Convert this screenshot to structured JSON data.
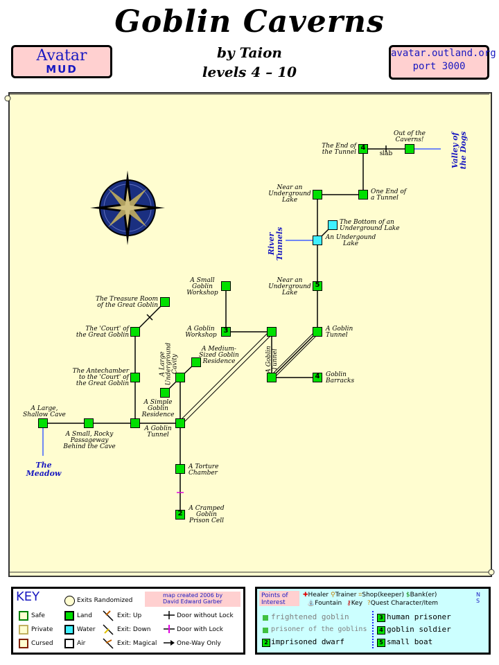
{
  "title": "Goblin Caverns",
  "author": "by Taion",
  "levels": "levels 4 – 10",
  "mud_badge": {
    "line1": "Avatar",
    "line2": "MUD"
  },
  "address_badge": {
    "host": "avatar.outland.org",
    "port": "port 3000"
  },
  "rooms": [
    {
      "id": "out-of-caverns",
      "label": "Out of the\nCaverns!"
    },
    {
      "id": "end-of-tunnel",
      "label": "The End of\nthe Tunnel",
      "num": "4"
    },
    {
      "id": "one-end-tunnel",
      "label": "One End of\na Tunnel"
    },
    {
      "id": "near-lake-1",
      "label": "Near an\nUnderground\nLake"
    },
    {
      "id": "bottom-lake",
      "label": "The Bottom of an\nUnderground Lake"
    },
    {
      "id": "underground-lake",
      "label": "An Undergound\nLake"
    },
    {
      "id": "near-lake-2",
      "label": "Near an\nUnderground\nLake",
      "num": "5"
    },
    {
      "id": "goblin-tunnel-e",
      "label": "A Goblin\nTunnel"
    },
    {
      "id": "goblin-barracks",
      "label": "Goblin\nBarracks",
      "num": "4"
    },
    {
      "id": "goblin-tunnel-v",
      "label": "A Goblin\nTunnel"
    },
    {
      "id": "goblin-workshop",
      "label": "A Goblin\nWorkshop",
      "num": "3"
    },
    {
      "id": "small-workshop",
      "label": "A Small\nGoblin\nWorkshop"
    },
    {
      "id": "treasure-room",
      "label": "The Treasure Room\nof the Great Goblin"
    },
    {
      "id": "court",
      "label": "The 'Court' of\nthe Great Goblin"
    },
    {
      "id": "antechamber",
      "label": "The Antechamber\nto the 'Court' of\nthe Great Goblin"
    },
    {
      "id": "medium-residence",
      "label": "A Medium-\nSized Goblin\nResidence"
    },
    {
      "id": "large-cavity",
      "label": "A Large\nUnderground\nCavity"
    },
    {
      "id": "simple-residence",
      "label": "A Simple\nGoblin\nResidence"
    },
    {
      "id": "goblin-tunnel-w",
      "label": "A Goblin\nTunnel"
    },
    {
      "id": "shallow-cave",
      "label": "A Large,\nShallow Cave"
    },
    {
      "id": "rocky-passage",
      "label": "A Small, Rocky\nPassageway\nBehind the Cave"
    },
    {
      "id": "torture-chamber",
      "label": "A Torture\nChamber"
    },
    {
      "id": "prison-cell",
      "label": "A Cramped\nGoblin\nPrison Cell",
      "num": "2"
    }
  ],
  "exits": [
    {
      "label": "Valley of\nthe Dogs"
    },
    {
      "label": "River\nTunnels"
    },
    {
      "label": "The\nMeadow"
    }
  ],
  "door_labels": [
    "slab"
  ],
  "key": {
    "title": "KEY",
    "exits_randomized": "Exits Randomized",
    "credit": "map created 2006 by\nDavid Edward Garber",
    "zones": [
      "Safe",
      "Private",
      "Cursed"
    ],
    "terrain": [
      "Land",
      "Water",
      "Air"
    ],
    "exit_types": [
      "Exit: Up",
      "Exit: Down",
      "Exit: Magical"
    ],
    "doors": [
      "Door without Lock",
      "Door with Lock",
      "One-Way Only"
    ]
  },
  "points_of_interest": {
    "title": "Points of\nInterest",
    "legend_row1": [
      "Healer",
      "Trainer",
      "Shop(keeper)",
      "Bank(er)"
    ],
    "legend_row2": [
      "Fountain",
      "Key",
      "Quest Character/Item"
    ],
    "entries": [
      {
        "num": "",
        "text": "frightened goblin",
        "dim": true
      },
      {
        "num": "",
        "text": "prisoner of the goblins",
        "dim": true
      },
      {
        "num": "2",
        "text": "imprisoned dwarf"
      },
      {
        "num": "3",
        "text": "human prisoner"
      },
      {
        "num": "4",
        "text": "goblin soldier"
      },
      {
        "num": "5",
        "text": "small boat"
      }
    ],
    "compass_letters": "N\nS"
  },
  "colors": {
    "land": "#00e000",
    "water": "#40f0ff",
    "parchment": "#fffdd0",
    "badge": "#ffd0d0",
    "label_blue": "#1818c0",
    "poi_bg": "#ccffff"
  }
}
